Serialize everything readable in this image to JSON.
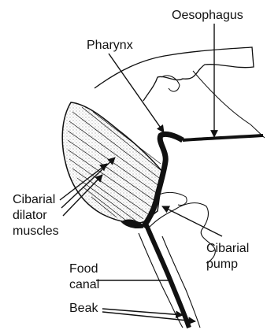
{
  "labels": {
    "oesophagus": "Oesophagus",
    "pharynx": "Pharynx",
    "cibarial_dilator_muscles": [
      "Cibarial",
      "dilator",
      "muscles"
    ],
    "cibarial_pump": [
      "Cibarial",
      "pump"
    ],
    "food_canal": [
      "Food",
      "canal"
    ],
    "beak": "Beak"
  },
  "colors": {
    "line": "#111111",
    "fill": "#111111",
    "background": "#ffffff",
    "muscle_stipple": "#444444"
  }
}
